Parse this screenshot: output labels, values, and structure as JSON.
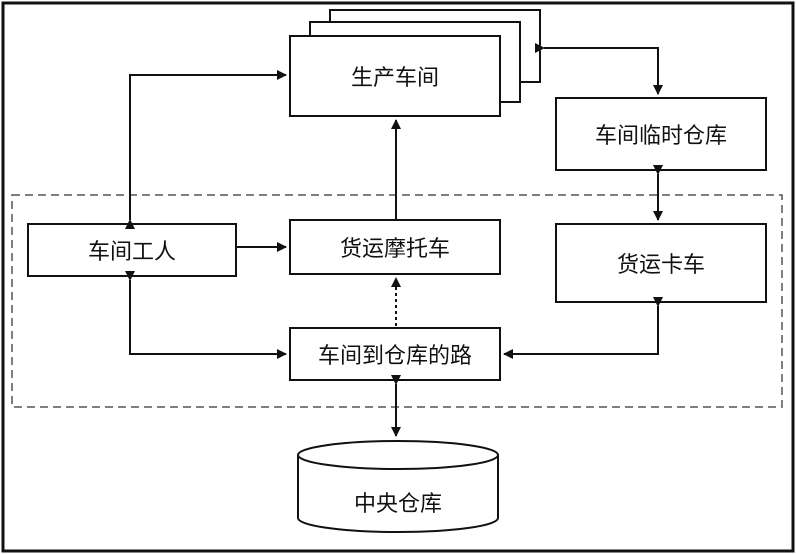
{
  "nodes": {
    "workshop": "生产车间",
    "temp_warehouse": "车间临时仓库",
    "worker": "车间工人",
    "motorcycle": "货运摩托车",
    "truck": "货运卡车",
    "road": "车间到仓库的路",
    "central_warehouse": "中央仓库"
  },
  "colors": {
    "stroke": "#111111",
    "dashed": "#555555",
    "fill": "#ffffff"
  }
}
